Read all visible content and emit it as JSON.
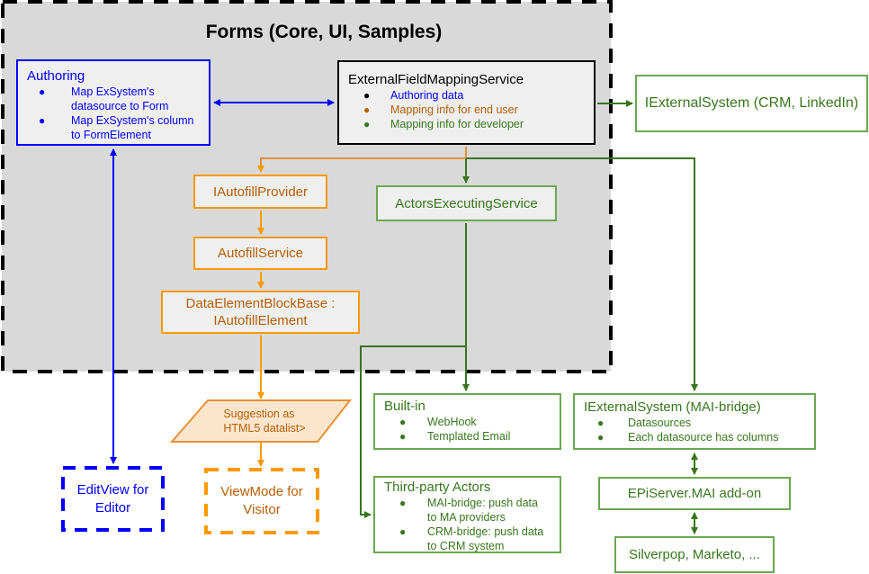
{
  "group": {
    "title": "Forms (Core, UI, Samples)"
  },
  "colors": {
    "authoring_blue": "#0000ff",
    "orange_border": "#ff9900",
    "orange_text": "#b45f06",
    "green_border": "#6aa84f",
    "green_text": "#38761d",
    "green_line": "#38761d",
    "group_fill": "#d9d9d9",
    "box_fill": "#efefef",
    "parallelogram_fill": "#fce5cd"
  },
  "nodes": {
    "authoring": {
      "title": "Authoring",
      "items": [
        [
          "Map ExSystem's",
          "datasource to Form"
        ],
        [
          "Map ExSystem's column",
          "to FormElement"
        ]
      ]
    },
    "efms": {
      "title": "ExternalFieldMappingService",
      "items": [
        "Authoring data",
        "Mapping info for end user",
        "Mapping info for developer"
      ]
    },
    "external_crm": {
      "label": "IExternalSystem (CRM, LinkedIn)"
    },
    "autofill_provider": {
      "label": "IAutofillProvider"
    },
    "autofill_service": {
      "label": "AutofillService"
    },
    "data_element": {
      "line1": "DataElementBlockBase :",
      "line2": "IAutofillElement"
    },
    "actors_service": {
      "label": "ActorsExecutingService"
    },
    "suggestion": {
      "line1": "Suggestion as",
      "line2": "HTML5 datalist>"
    },
    "editview": {
      "line1": "EditView for",
      "line2": "Editor"
    },
    "viewmode": {
      "line1": "ViewMode for",
      "line2": "Visitor"
    },
    "builtin": {
      "title": "Built-in",
      "items": [
        "WebHook",
        "Templated Email"
      ]
    },
    "third_party": {
      "title": "Third-party Actors",
      "items": [
        [
          "MAI-bridge: push data",
          "to MA providers"
        ],
        [
          "CRM-bridge: push data",
          "to CRM system"
        ]
      ]
    },
    "mai_bridge": {
      "title": "IExternalSystem (MAI-bridge)",
      "items": [
        "Datasources",
        "Each datasource has columns"
      ]
    },
    "epi_addon": {
      "label": "EPiServer.MAI add-on"
    },
    "silverpop": {
      "label": "Silverpop, Marketo, ..."
    }
  },
  "edges": [
    {
      "from": "efms",
      "to": "authoring",
      "style": "bidirectional",
      "color": "blue"
    },
    {
      "from": "authoring",
      "to": "editview",
      "style": "bidirectional",
      "color": "blue"
    },
    {
      "from": "efms",
      "to": "external_crm",
      "style": "arrow",
      "color": "green"
    },
    {
      "from": "efms",
      "to": "autofill_provider",
      "style": "arrow",
      "color": "orange"
    },
    {
      "from": "autofill_provider",
      "to": "autofill_service",
      "style": "arrow",
      "color": "orange"
    },
    {
      "from": "autofill_service",
      "to": "data_element",
      "style": "arrow",
      "color": "orange"
    },
    {
      "from": "data_element",
      "to": "suggestion",
      "style": "arrow",
      "color": "orange"
    },
    {
      "from": "suggestion",
      "to": "viewmode",
      "style": "arrow",
      "color": "orange"
    },
    {
      "from": "efms",
      "to": "actors_service",
      "style": "arrow",
      "color": "green"
    },
    {
      "from": "efms",
      "to": "mai_bridge",
      "style": "arrow",
      "color": "green"
    },
    {
      "from": "actors_service",
      "to": "builtin",
      "style": "arrow",
      "color": "green"
    },
    {
      "from": "actors_service",
      "to": "third_party",
      "style": "arrow",
      "color": "green"
    },
    {
      "from": "mai_bridge",
      "to": "epi_addon",
      "style": "bidirectional",
      "color": "green"
    },
    {
      "from": "epi_addon",
      "to": "silverpop",
      "style": "bidirectional",
      "color": "green"
    }
  ]
}
